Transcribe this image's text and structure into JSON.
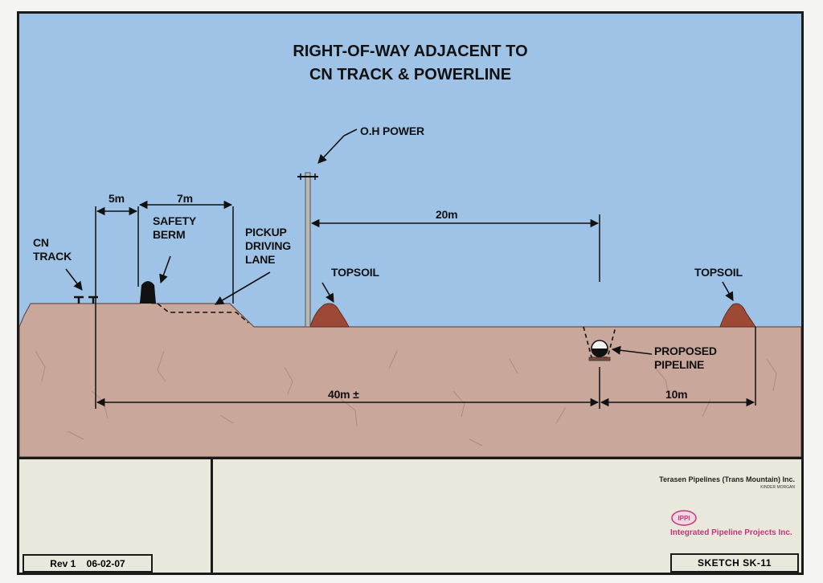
{
  "drawing": {
    "title_line1": "RIGHT-OF-WAY ADJACENT TO",
    "title_line2": "CN TRACK & POWERLINE",
    "labels": {
      "cn_track": "CN\nTRACK",
      "safety_berm": "SAFETY\nBERM",
      "pickup_lane": "PICKUP\nDRIVING\nLANE",
      "oh_power": "O.H POWER",
      "topsoil_left": "TOPSOIL",
      "topsoil_right": "TOPSOIL",
      "proposed_pipeline": "PROPOSED\nPIPELINE"
    },
    "dimensions": {
      "five_m": "5m",
      "seven_m": "7m",
      "twenty_m": "20m",
      "forty_m": "40m ±",
      "ten_m": "10m"
    },
    "colors": {
      "sky": "#9fc3e6",
      "ground": "#c9a79b",
      "topsoil": "#9c4a36"
    }
  },
  "title_block": {
    "rev": "Rev 1    06-02-07",
    "sketch": "SKETCH SK-11",
    "company": "Terasen Pipelines (Trans Mountain) Inc.",
    "company_sub": "KINDER MORGAN",
    "logo_text": "IPPI",
    "ipp_name": "Integrated Pipeline Projects Inc."
  }
}
